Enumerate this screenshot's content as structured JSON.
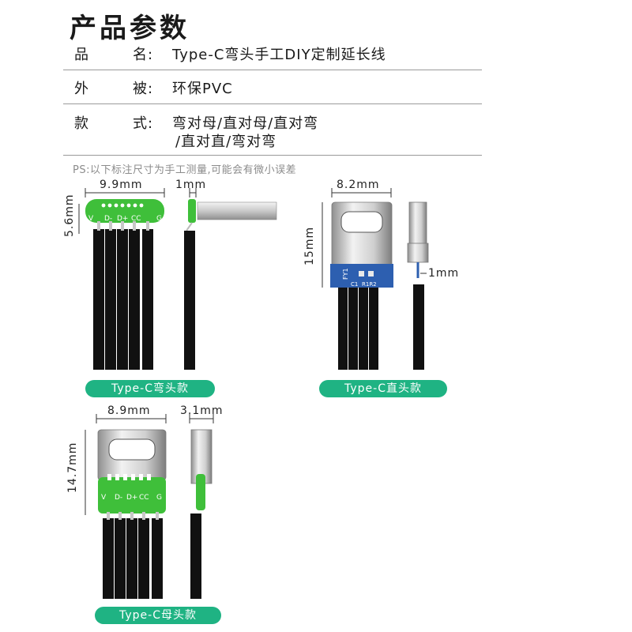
{
  "title": "产品参数",
  "specs": [
    {
      "label": "品",
      "label2": "名:",
      "value": "Type-C弯头手工DIY定制延长线"
    },
    {
      "label": "外",
      "label2": "被:",
      "value": "环保PVC"
    },
    {
      "label": "款",
      "label2": "式:",
      "value": "弯对母/直对母/直对弯",
      "value2": "/直对直/弯对弯"
    }
  ],
  "note": "PS:以下标注尺寸为手工测量,可能会有微小误差",
  "diagrams": {
    "bent": {
      "width_label": "9.9mm",
      "height_label": "5.6mm",
      "side_label": "1mm",
      "caption": "Type-C弯头款",
      "pins": [
        "V",
        "D-",
        "D+",
        "CC",
        "G"
      ]
    },
    "straight": {
      "width_label": "8.2mm",
      "height_label": "15mm",
      "side_label": "1mm",
      "caption": "Type-C直头款",
      "board_marks": [
        "FY1",
        "C1",
        "R1R2"
      ]
    },
    "female": {
      "width_label": "8.9mm",
      "height_label": "14.7mm",
      "side_label": "3.1mm",
      "caption": "Type-C母头款",
      "pins": [
        "V",
        "D-",
        "D+",
        "CC",
        "G"
      ]
    }
  },
  "colors": {
    "caption_bg": "#1fb383",
    "pcb_green": "#3fbf3a",
    "pcb_blue": "#2d5fb0",
    "cable": "#111111"
  }
}
